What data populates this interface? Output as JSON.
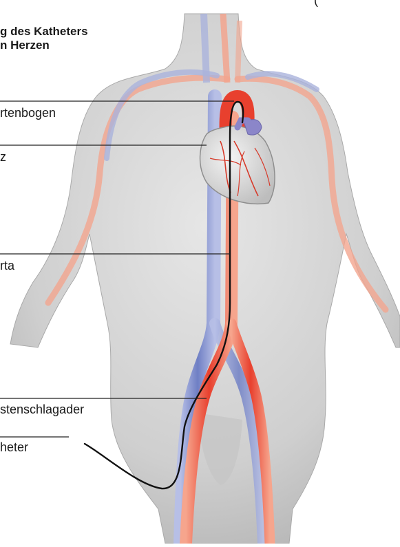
{
  "title_lines": [
    "g des Katheters",
    "n Herzen"
  ],
  "corner_fragment": "(",
  "labels": {
    "aortic_arch": "rtenbogen",
    "heart": "z",
    "aorta": "rta",
    "groin_artery": "stenschlagader",
    "catheter": "heter"
  },
  "icons": {
    "heart": "heart-illustration",
    "body": "torso-illustration"
  },
  "colors": {
    "artery": "#e8402e",
    "vein": "#6f7fc4",
    "catheter": "#111111",
    "skin": "#c9c9c9",
    "heart": "#d9d9d9"
  }
}
